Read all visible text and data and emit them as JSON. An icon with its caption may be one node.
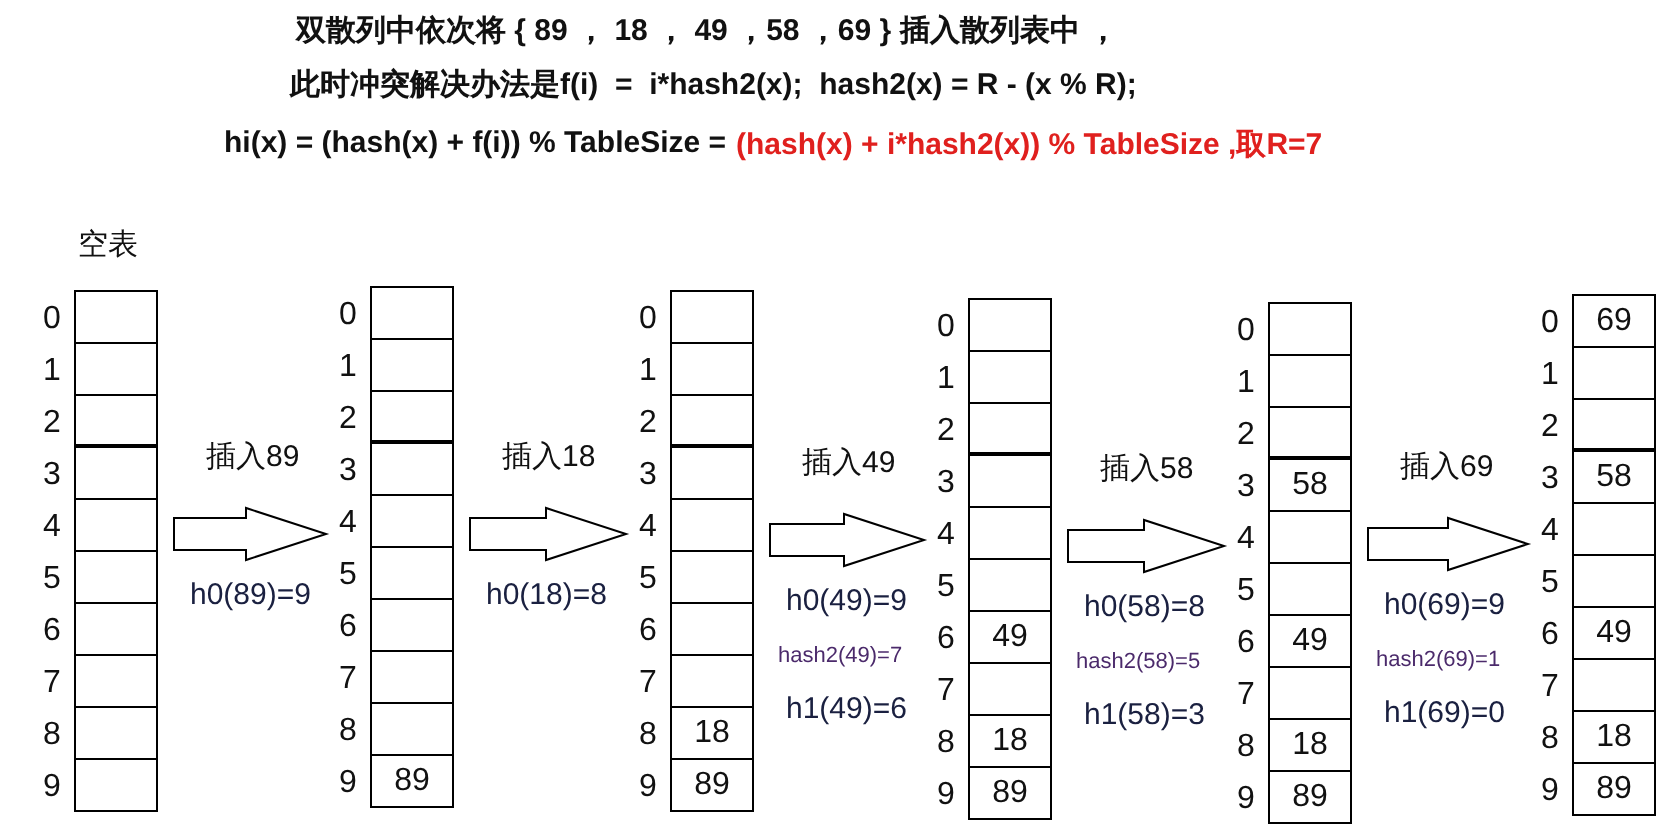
{
  "diagram": {
    "title": "双散列中依次将 { 89 ， 18 ， 49 ，58 ，69 } 插入散列表中 ，",
    "nodes": [
      {
        "text": [],
        "shape": "box",
        "beside": [
          "空表"
        ]
      },
      {
        "text": [],
        "shape": "box",
        "in": 0,
        "beside": [
          "0"
        ]
      },
      {
        "text": [],
        "shape": "box",
        "in": 0,
        "beside": [
          "1"
        ]
      },
      {
        "text": [],
        "shape": "box",
        "in": 0,
        "beside": [
          "2"
        ]
      },
      {
        "text": [],
        "shape": "box",
        "in": 0,
        "beside": [
          "3"
        ]
      },
      {
        "text": [],
        "shape": "box",
        "in": 0,
        "beside": [
          "4"
        ]
      },
      {
        "text": [],
        "shape": "box",
        "in": 0,
        "beside": [
          "5"
        ]
      },
      {
        "text": [],
        "shape": "box",
        "in": 0,
        "beside": [
          "6"
        ]
      },
      {
        "text": [],
        "shape": "box",
        "in": 0,
        "beside": [
          "7"
        ]
      },
      {
        "text": [],
        "shape": "box",
        "in": 0,
        "beside": [
          "8"
        ]
      },
      {
        "text": [],
        "shape": "box",
        "in": 0,
        "beside": [
          "9"
        ]
      },
      {
        "text": [],
        "shape": "box"
      },
      {
        "text": [],
        "shape": "box",
        "in": 11,
        "beside": [
          "0"
        ]
      },
      {
        "text": [],
        "shape": "box",
        "in": 11,
        "beside": [
          "1"
        ]
      },
      {
        "text": [],
        "shape": "box",
        "in": 11,
        "beside": [
          "2"
        ]
      },
      {
        "text": [],
        "shape": "box",
        "in": 11,
        "beside": [
          "3"
        ]
      },
      {
        "text": [],
        "shape": "box",
        "in": 11,
        "beside": [
          "4"
        ]
      },
      {
        "text": [],
        "shape": "box",
        "in": 11,
        "beside": [
          "5"
        ]
      },
      {
        "text": [],
        "shape": "box",
        "in": 11,
        "beside": [
          "6"
        ]
      },
      {
        "text": [],
        "shape": "box",
        "in": 11,
        "beside": [
          "7"
        ]
      },
      {
        "text": [],
        "shape": "box",
        "in": 11,
        "beside": [
          "8"
        ]
      },
      {
        "text": [
          "89"
        ],
        "in": 11,
        "beside": [
          "9"
        ]
      },
      {
        "text": [],
        "shape": "box"
      },
      {
        "text": [],
        "shape": "box",
        "in": 22,
        "beside": [
          "0"
        ]
      },
      {
        "text": [],
        "shape": "box",
        "in": 22,
        "beside": [
          "1"
        ]
      },
      {
        "text": [],
        "shape": "box",
        "in": 22,
        "beside": [
          "2"
        ]
      },
      {
        "text": [],
        "shape": "box",
        "in": 22,
        "beside": [
          "3"
        ]
      },
      {
        "text": [],
        "shape": "box",
        "in": 22,
        "beside": [
          "4"
        ]
      },
      {
        "text": [],
        "shape": "box",
        "in": 22,
        "beside": [
          "5"
        ]
      },
      {
        "text": [],
        "shape": "box",
        "in": 22,
        "beside": [
          "6"
        ]
      },
      {
        "text": [],
        "shape": "box",
        "in": 22,
        "beside": [
          "7"
        ]
      },
      {
        "text": [
          "18"
        ],
        "in": 22,
        "beside": [
          "8"
        ]
      },
      {
        "text": [
          "89"
        ],
        "in": 22,
        "beside": [
          "9"
        ]
      },
      {
        "text": [],
        "shape": "box"
      },
      {
        "text": [],
        "shape": "box",
        "in": 33,
        "beside": [
          "0"
        ]
      },
      {
        "text": [],
        "shape": "box",
        "in": 33,
        "beside": [
          "1"
        ]
      },
      {
        "text": [],
        "shape": "box",
        "in": 33,
        "beside": [
          "2"
        ]
      },
      {
        "text": [],
        "shape": "box",
        "in": 33,
        "beside": [
          "3"
        ]
      },
      {
        "text": [],
        "shape": "box",
        "in": 33,
        "beside": [
          "4"
        ]
      },
      {
        "text": [],
        "shape": "box",
        "in": 33,
        "beside": [
          "5"
        ]
      },
      {
        "text": [
          "49"
        ],
        "in": 33,
        "beside": [
          "6"
        ]
      },
      {
        "text": [],
        "shape": "box",
        "in": 33,
        "beside": [
          "7"
        ]
      },
      {
        "text": [
          "18"
        ],
        "in": 33,
        "beside": [
          "8"
        ]
      },
      {
        "text": [
          "89"
        ],
        "in": 33,
        "beside": [
          "9"
        ]
      },
      {
        "text": [],
        "shape": "box"
      },
      {
        "text": [],
        "shape": "box",
        "in": 44,
        "beside": [
          "0"
        ]
      },
      {
        "text": [],
        "shape": "box",
        "in": 44,
        "beside": [
          "1"
        ]
      },
      {
        "text": [],
        "shape": "box",
        "in": 44,
        "beside": [
          "2"
        ]
      },
      {
        "text": [
          "58"
        ],
        "in": 44,
        "beside": [
          "3"
        ]
      },
      {
        "text": [],
        "shape": "box",
        "in": 44,
        "beside": [
          "4"
        ]
      },
      {
        "text": [],
        "shape": "box",
        "in": 44,
        "beside": [
          "5"
        ]
      },
      {
        "text": [
          "49"
        ],
        "in": 44,
        "beside": [
          "6"
        ]
      },
      {
        "text": [],
        "shape": "box",
        "in": 44,
        "beside": [
          "7"
        ]
      },
      {
        "text": [
          "18"
        ],
        "in": 44,
        "beside": [
          "8"
        ]
      },
      {
        "text": [
          "89"
        ],
        "in": 44,
        "beside": [
          "9"
        ]
      },
      {
        "text": [],
        "shape": "box"
      },
      {
        "text": [
          "69"
        ],
        "in": 55,
        "beside": [
          "0"
        ]
      },
      {
        "text": [],
        "shape": "box",
        "in": 55,
        "beside": [
          "1"
        ]
      },
      {
        "text": [],
        "shape": "box",
        "in": 55,
        "beside": [
          "2"
        ]
      },
      {
        "text": [
          "58"
        ],
        "in": 55,
        "beside": [
          "3"
        ]
      },
      {
        "text": [],
        "shape": "box",
        "in": 55,
        "beside": [
          "4"
        ]
      },
      {
        "text": [],
        "shape": "box",
        "in": 55,
        "beside": [
          "5"
        ]
      },
      {
        "text": [
          "49"
        ],
        "in": 55,
        "beside": [
          "6"
        ]
      },
      {
        "text": [],
        "shape": "box",
        "in": 55,
        "beside": [
          "7"
        ]
      },
      {
        "text": [
          "18"
        ],
        "in": 55,
        "beside": [
          "8"
        ]
      },
      {
        "text": [
          "89"
        ],
        "in": 55,
        "beside": [
          "9"
        ]
      }
    ],
    "edges": [
      {
        "from": 0,
        "to": 11,
        "arrow": "to",
        "label": "插入89"
      },
      {
        "from": 11,
        "to": 22,
        "arrow": "to",
        "label": "插入18"
      },
      {
        "from": 22,
        "to": 33,
        "arrow": "to",
        "label": "插入49"
      },
      {
        "from": 33,
        "to": 44,
        "arrow": "to",
        "label": "插入58"
      },
      {
        "from": 44,
        "to": 55,
        "arrow": "to",
        "label": "插入69"
      }
    ],
    "labels": [
      "此时冲突解决办法是f(i)  =  i*hash2(x);  hash2(x) = R - (x % R);",
      "hi(x) = (hash(x) + f(i)) % TableSize =",
      "(hash(x) + i*hash2(x)) % TableSize ,取R=7",
      "h0(89)=9",
      "h0(18)=8",
      "h0(49)=9",
      "hash2(49)=7",
      "h1(49)=6",
      "h0(58)=8",
      "hash2(58)=5",
      "h1(58)=3",
      "h0(69)=9",
      "hash2(69)=1",
      "h1(69)=0"
    ]
  }
}
